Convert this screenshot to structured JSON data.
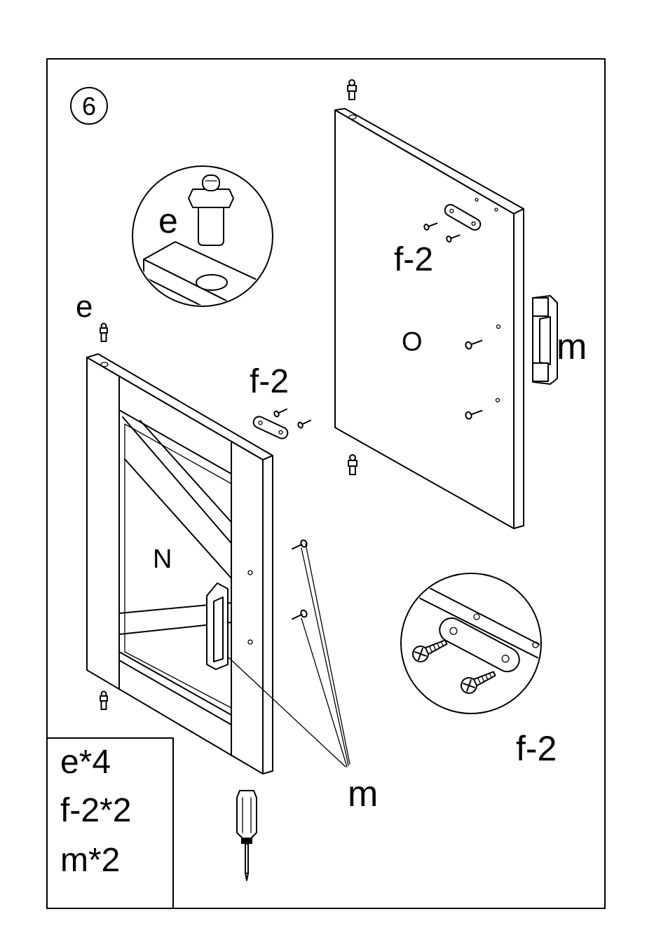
{
  "step": {
    "number": "6"
  },
  "labels": {
    "e_detail": "e",
    "e_left": "e",
    "f2_top": "f-2",
    "f2_left": "f-2",
    "f2_detail": "f-2",
    "panel_o": "O",
    "panel_n": "N",
    "m_right": "m",
    "m_bottom": "m"
  },
  "parts_list": [
    {
      "text": "e*4"
    },
    {
      "text": "f-2*2"
    },
    {
      "text": "m*2"
    }
  ],
  "icons": {
    "tool": "screwdriver-icon",
    "detail_peg": "wooden-dowel-icon",
    "detail_plate": "hinge-plate-icon"
  }
}
